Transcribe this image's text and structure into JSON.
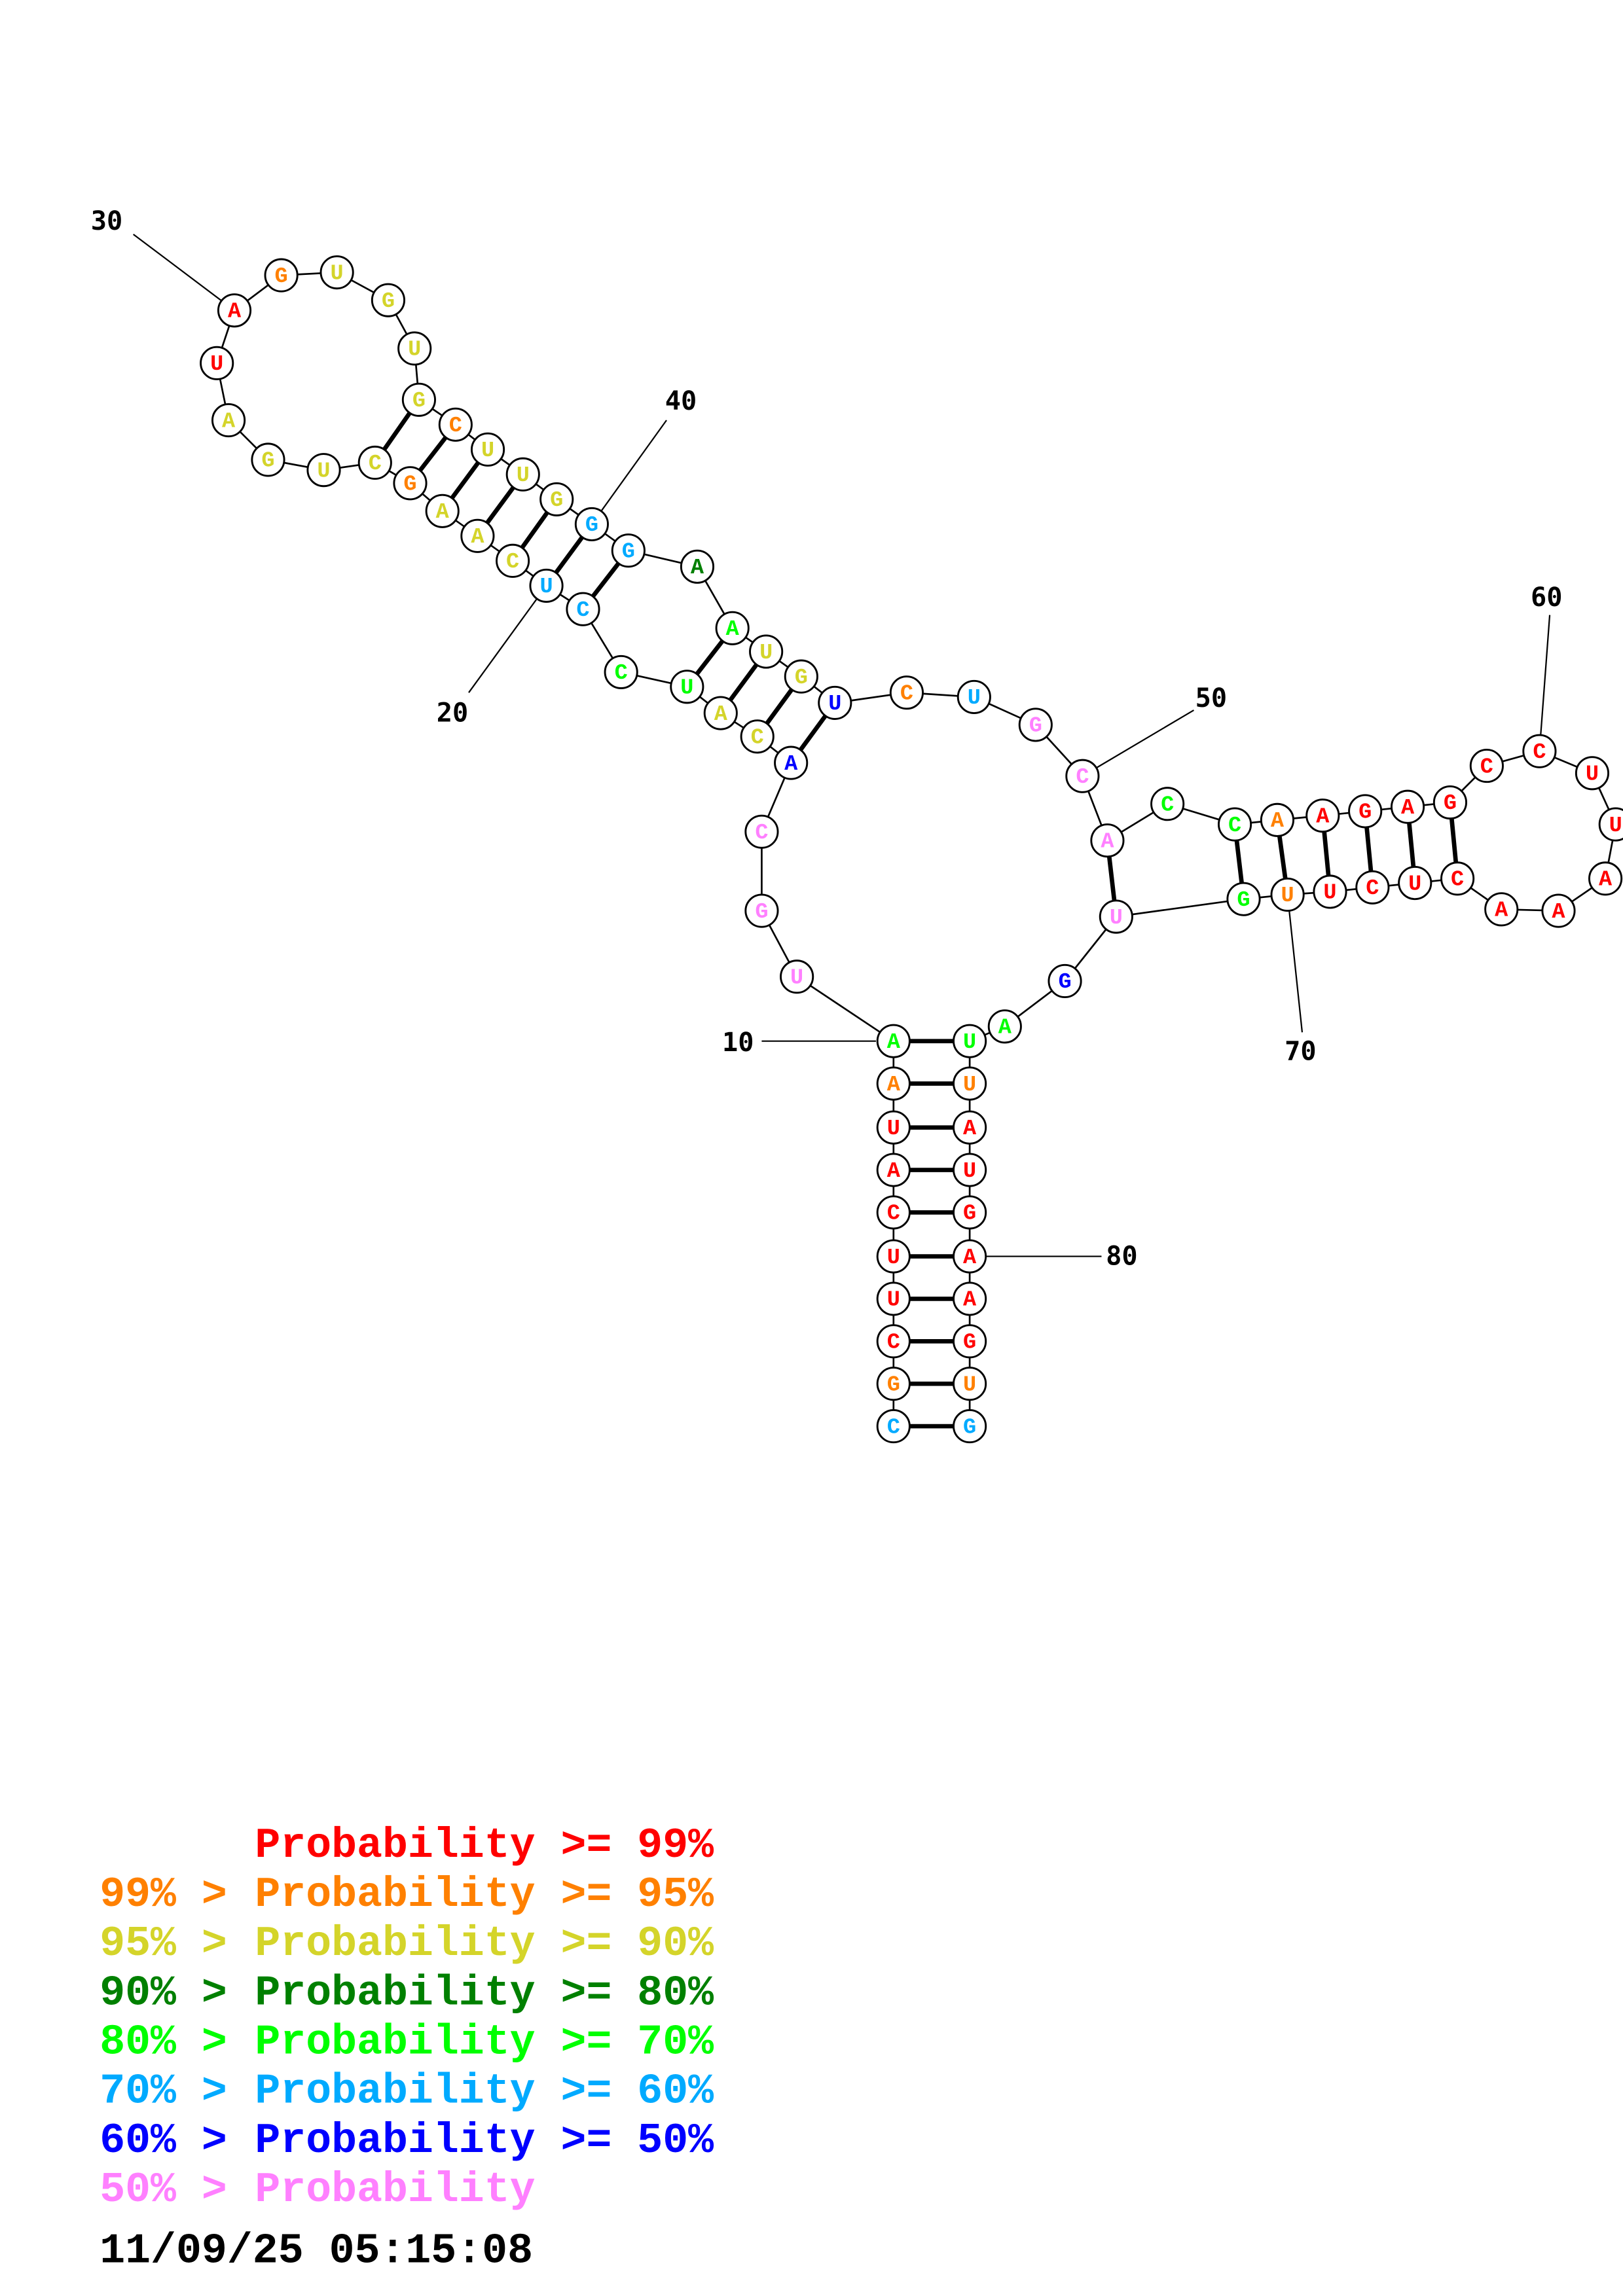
{
  "structure": {
    "sequence": "CGCUUCAUAAUGCACAUCCUCAAGCUGAUAGUGUGCUUGGGAAUGUCUGCACCAAGAGCCUUAAACUCUUGUGAUUAUGAAGUG",
    "probability_bins": [
      5,
      1,
      0,
      0,
      0,
      0,
      0,
      0,
      1,
      4,
      7,
      7,
      7,
      6,
      2,
      2,
      4,
      4,
      5,
      5,
      2,
      2,
      2,
      1,
      2,
      2,
      2,
      2,
      0,
      0,
      1,
      2,
      2,
      2,
      2,
      1,
      2,
      2,
      2,
      5,
      5,
      3,
      4,
      2,
      2,
      6,
      1,
      5,
      7,
      7,
      7,
      4,
      4,
      1,
      0,
      0,
      0,
      0,
      0,
      0,
      0,
      0,
      0,
      0,
      0,
      0,
      0,
      0,
      0,
      1,
      4,
      7,
      6,
      4,
      4,
      1,
      0,
      0,
      0,
      0,
      0,
      0,
      1,
      5
    ],
    "pairs": [
      [
        1,
        84
      ],
      [
        2,
        83
      ],
      [
        3,
        82
      ],
      [
        4,
        81
      ],
      [
        5,
        80
      ],
      [
        6,
        79
      ],
      [
        7,
        78
      ],
      [
        8,
        77
      ],
      [
        9,
        76
      ],
      [
        10,
        75
      ],
      [
        14,
        46
      ],
      [
        15,
        45
      ],
      [
        16,
        44
      ],
      [
        17,
        43
      ],
      [
        19,
        41
      ],
      [
        20,
        40
      ],
      [
        21,
        39
      ],
      [
        22,
        38
      ],
      [
        23,
        37
      ],
      [
        24,
        36
      ],
      [
        25,
        35
      ],
      [
        51,
        72
      ],
      [
        53,
        71
      ],
      [
        54,
        70
      ],
      [
        55,
        69
      ],
      [
        56,
        68
      ],
      [
        57,
        67
      ],
      [
        58,
        66
      ]
    ],
    "position_labels": [
      "10",
      "20",
      "30",
      "40",
      "50",
      "60",
      "70",
      "80"
    ]
  },
  "legend": {
    "bin_colors": [
      "#ff0000",
      "#ff8000",
      "#d4d42a",
      "#008000",
      "#00ff00",
      "#00aaff",
      "#0000ff",
      "#ff80ff"
    ],
    "entries": [
      {
        "prefix": "",
        "text": "Probability >= 99%"
      },
      {
        "prefix": "99% >",
        "text": "Probability >= 95%"
      },
      {
        "prefix": "95% >",
        "text": "Probability >= 90%"
      },
      {
        "prefix": "90% >",
        "text": "Probability >= 80%"
      },
      {
        "prefix": "80% >",
        "text": "Probability >= 70%"
      },
      {
        "prefix": "70% >",
        "text": "Probability >= 60%"
      },
      {
        "prefix": "60% >",
        "text": "Probability >= 50%"
      },
      {
        "prefix": "50% >",
        "text": "Probability"
      }
    ],
    "timestamp": "11/09/25 05:15:08"
  }
}
